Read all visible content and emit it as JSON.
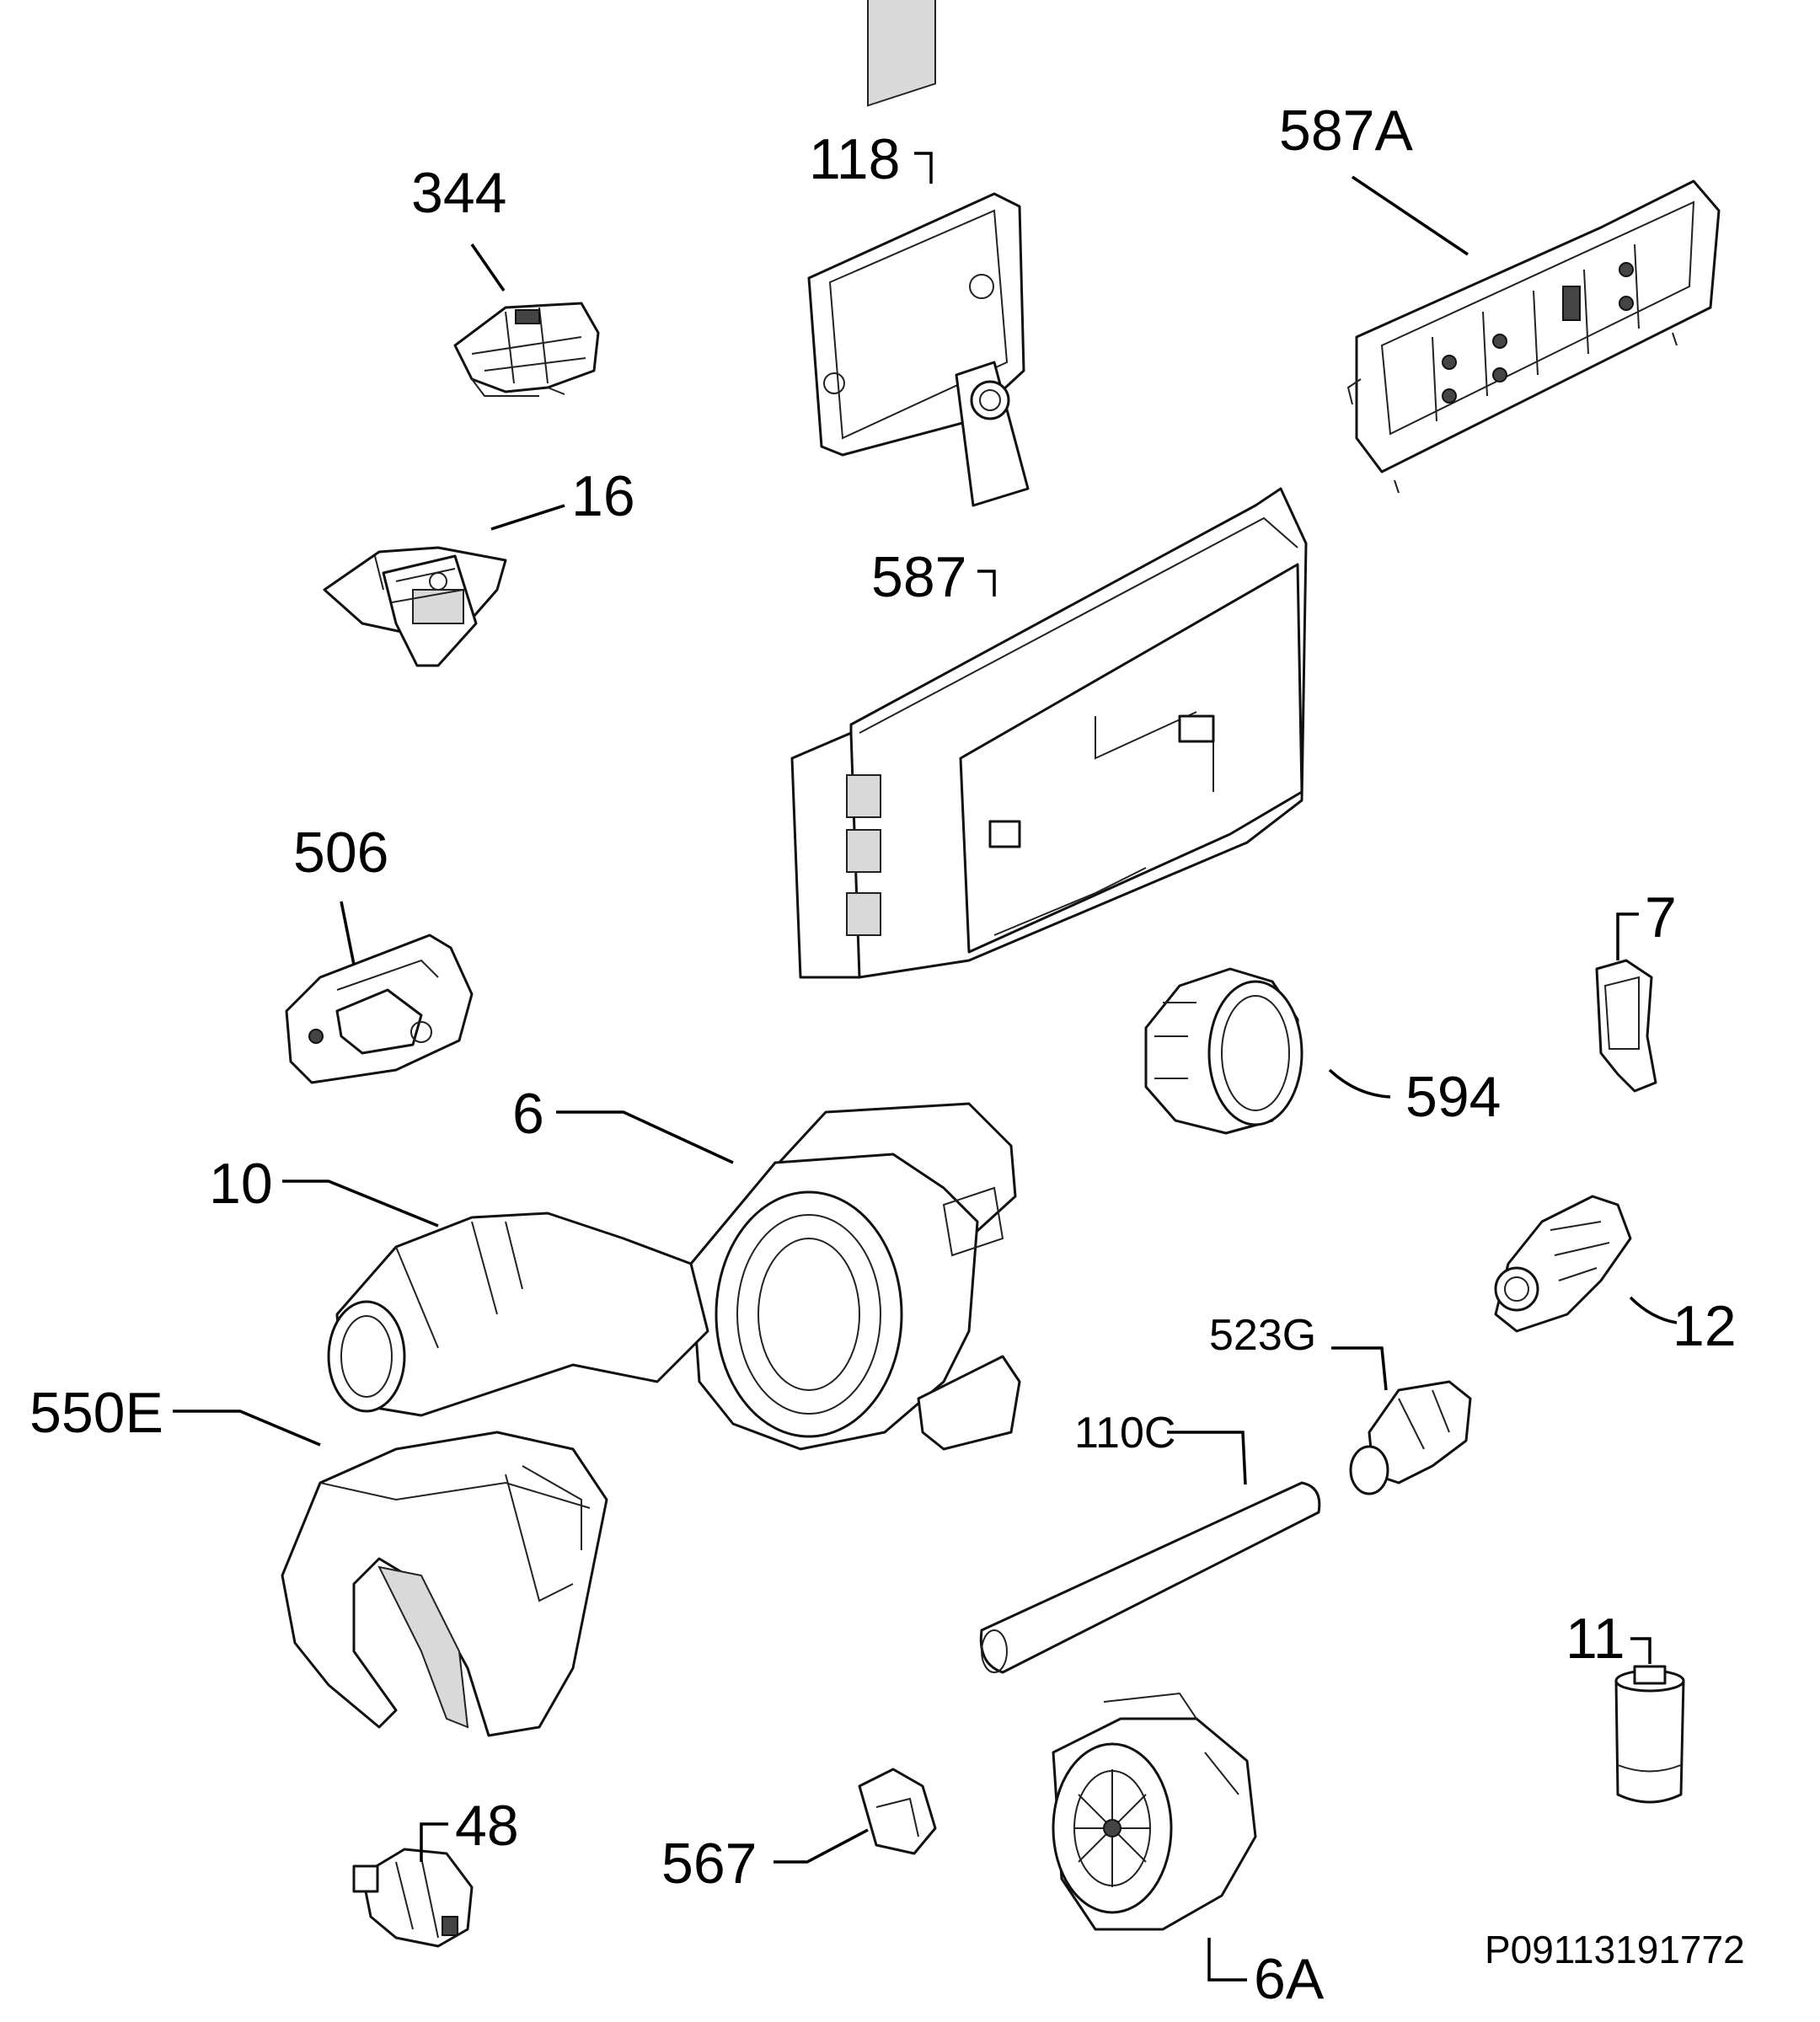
{
  "labels": {
    "p344": "344",
    "p118": "118",
    "p587A": "587A",
    "p16": "16",
    "p587": "587",
    "p506": "506",
    "p7": "7",
    "p594": "594",
    "p6": "6",
    "p10": "10",
    "p12": "12",
    "p523G": "523G",
    "p550E": "550E",
    "p110C": "110C",
    "p11": "11",
    "p48": "48",
    "p567": "567",
    "p6A": "6A"
  },
  "drawing_number": "P09113191772"
}
